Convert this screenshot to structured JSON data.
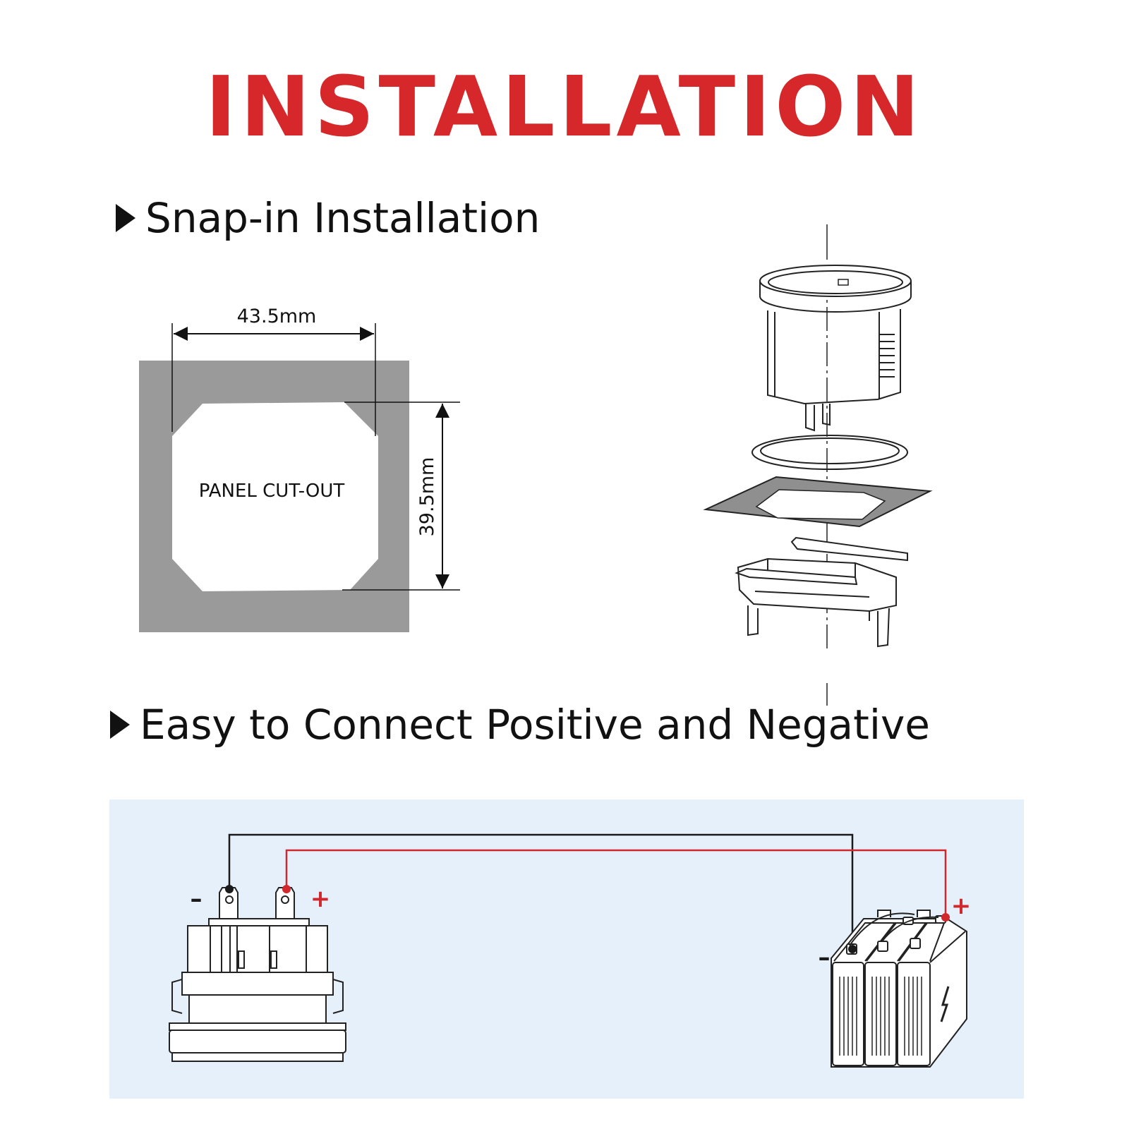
{
  "title": "INSTALLATION",
  "sections": {
    "snap_in": {
      "heading": "Snap-in Installation"
    },
    "connect": {
      "heading": "Easy to Connect Positive and Negative"
    }
  },
  "cutout": {
    "label": "PANEL CUT-OUT",
    "width_label": "43.5mm",
    "height_label": "39.5mm"
  },
  "wiring": {
    "negative_symbol": "–",
    "positive_symbol": "+",
    "negative_wire_color": "#1a1a1a",
    "positive_wire_color": "#d0282c",
    "background_color": "#e6f0fb"
  },
  "colors": {
    "title": "#d6282a",
    "panel": "#9a9a9a"
  }
}
